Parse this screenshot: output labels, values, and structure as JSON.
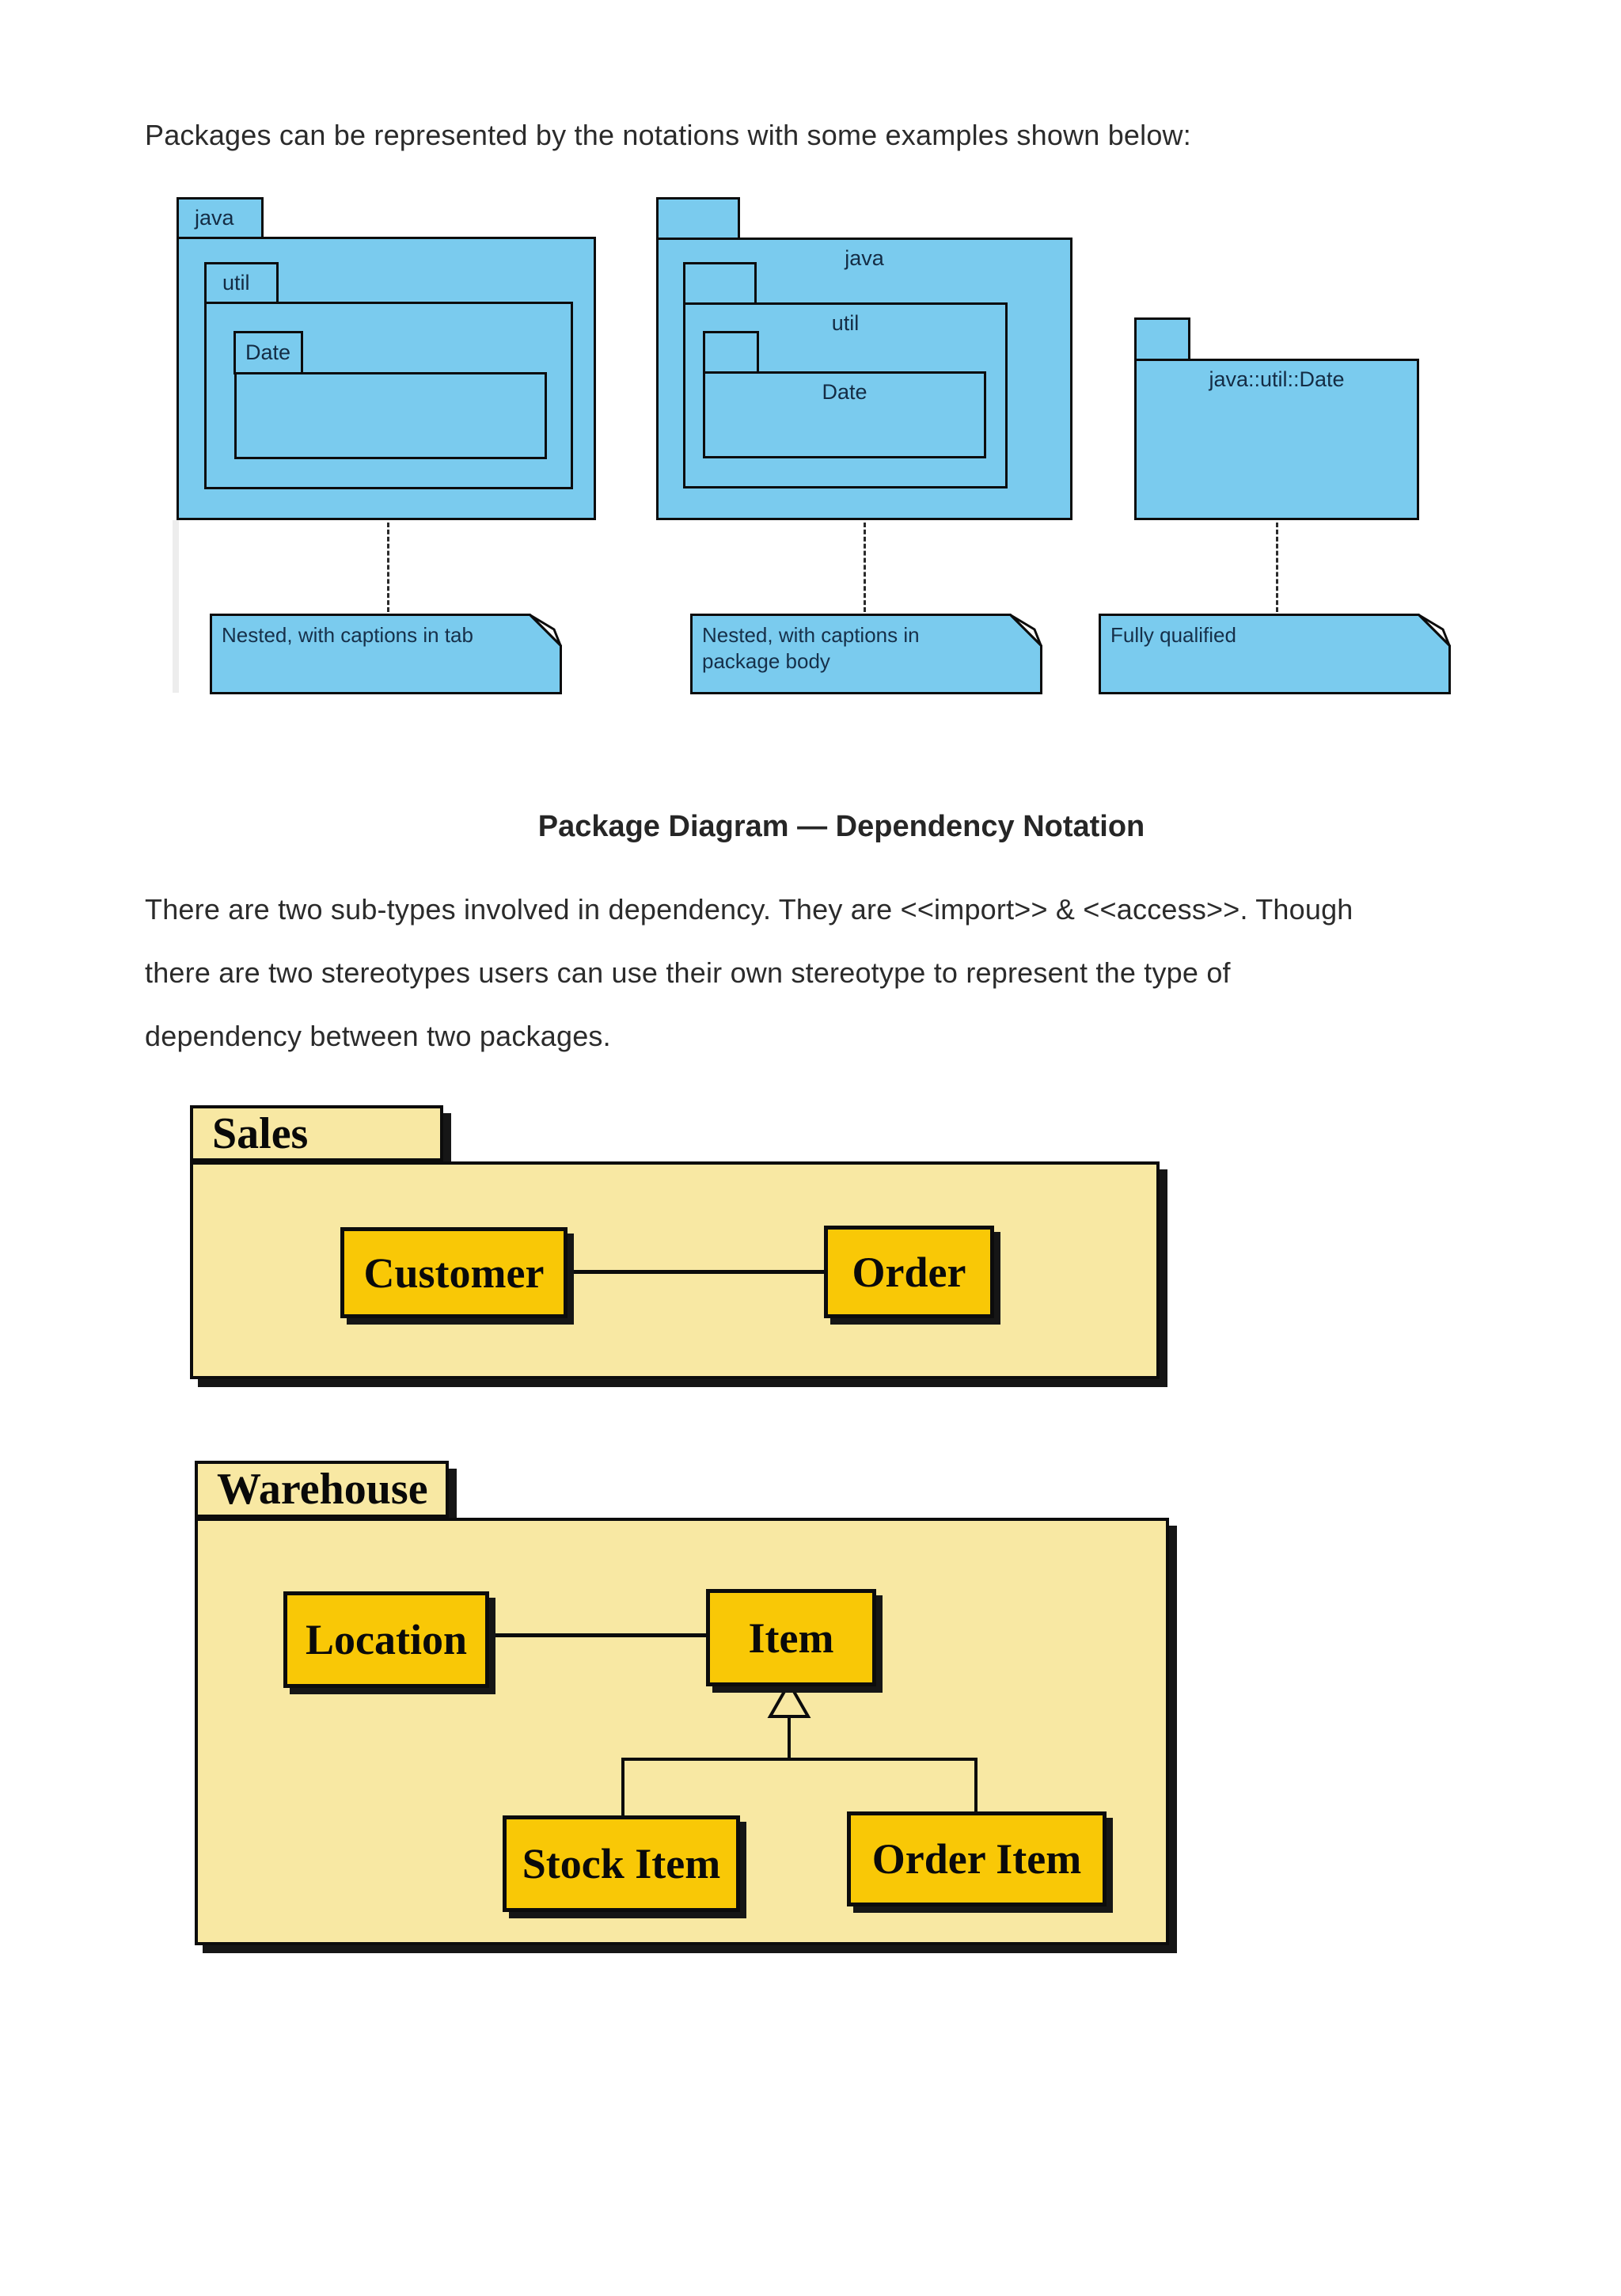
{
  "page": {
    "intro_text": "Packages can be represented by the notations with some examples shown below:",
    "heading": "Package Diagram — Dependency Notation",
    "body_lines": [
      "There are two sub-types involved in dependency. They are <<import>> & <<access>>. Though",
      "there are two stereotypes users can use their own stereotype to represent the type of",
      "dependency between two packages."
    ]
  },
  "colors": {
    "package_blue": "#7acbee",
    "cream": "#f8e8a3",
    "gold": "#f9c806",
    "outline": "#0c0c0c",
    "note_text": "#16304a"
  },
  "blue_diagrams": {
    "captions_in_tab": {
      "outer_tab": "java",
      "middle_tab": "util",
      "inner_tab": "Date"
    },
    "captions_in_body": {
      "outer_caption": "java",
      "middle_caption": "util",
      "inner_caption": "Date"
    },
    "fully_qualified": {
      "caption": "java::util::Date"
    },
    "notes": [
      {
        "lines": [
          "Nested, with captions in tab"
        ]
      },
      {
        "lines": [
          "Nested, with captions in",
          "package body"
        ]
      },
      {
        "lines": [
          "Fully qualified"
        ]
      }
    ]
  },
  "sales": {
    "tab_label": "Sales",
    "class_customer": "Customer",
    "class_order": "Order"
  },
  "warehouse": {
    "tab_label": "Warehouse",
    "class_location": "Location",
    "class_item": "Item",
    "class_stock_item": "Stock Item",
    "class_order_item": "Order Item"
  }
}
